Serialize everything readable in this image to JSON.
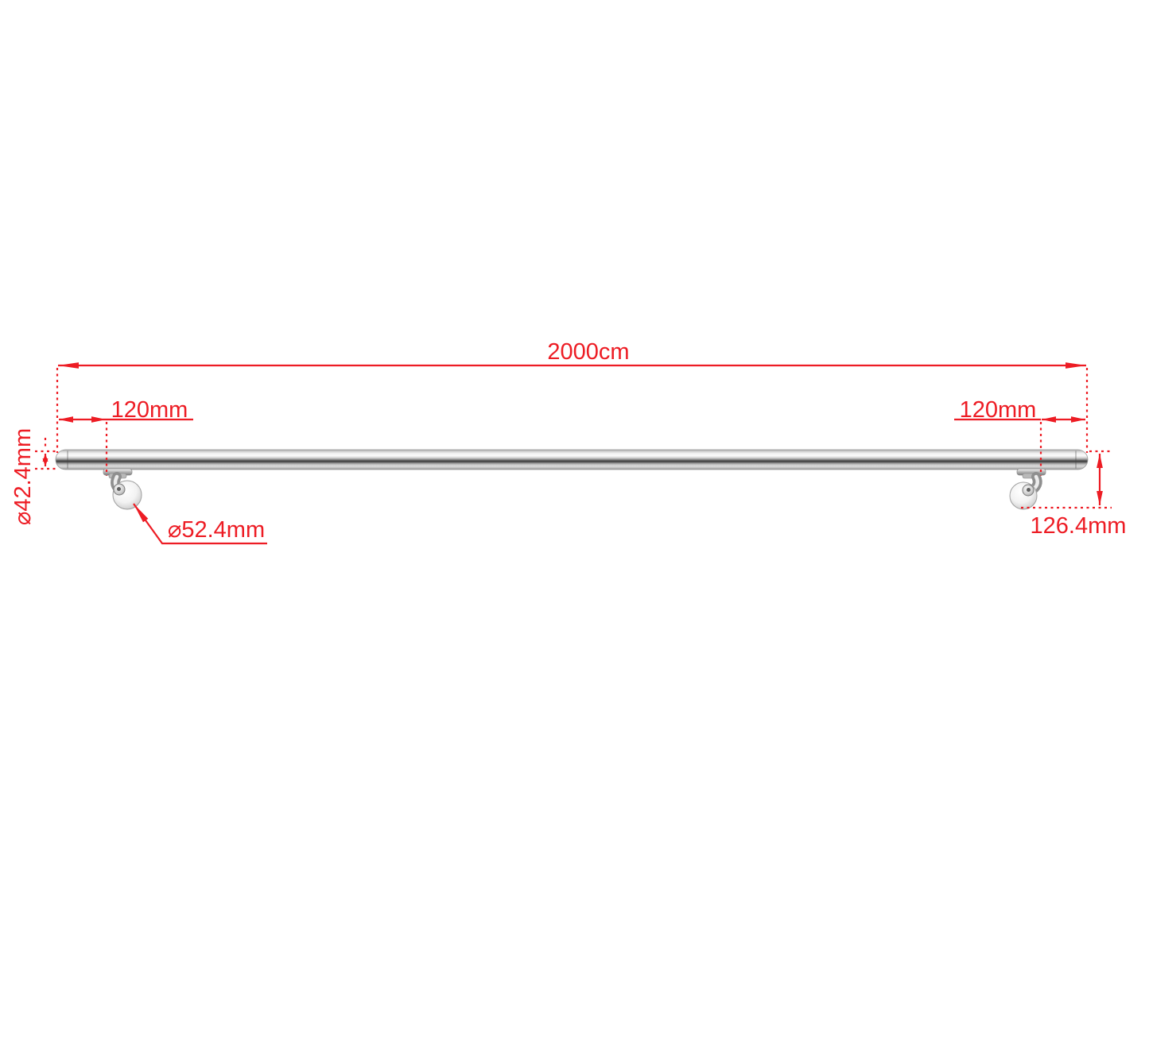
{
  "diagram": {
    "type": "product-dimension-drawing",
    "subject": "wall-mounted handrail with two brackets",
    "dimensions": {
      "overall_length": "2000cm",
      "left_bracket_offset": "120mm",
      "right_bracket_offset": "120mm",
      "rail_diameter": "⌀42.4mm",
      "bracket_base_diameter": "⌀52.4mm",
      "bracket_height": "126.4mm"
    },
    "colors": {
      "dimension": "#ed1c24",
      "background": "#ffffff",
      "metal_dark": "#383838",
      "metal_light": "#fbfbfb"
    }
  }
}
